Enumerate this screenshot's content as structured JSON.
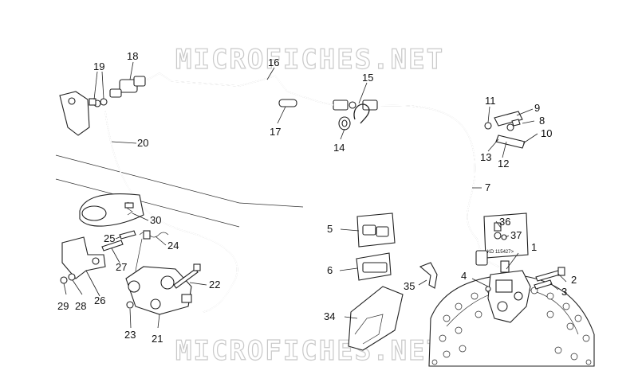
{
  "watermark": "MICROFICHES.NET",
  "kit_code": "KD 115427>",
  "callouts": [
    "1",
    "2",
    "3",
    "4",
    "5",
    "6",
    "7",
    "8",
    "9",
    "10",
    "11",
    "12",
    "13",
    "14",
    "15",
    "16",
    "17",
    "18",
    "19",
    "20",
    "21",
    "22",
    "23",
    "24",
    "25",
    "26",
    "27",
    "28",
    "29",
    "30",
    "34",
    "35",
    "36",
    "37"
  ]
}
